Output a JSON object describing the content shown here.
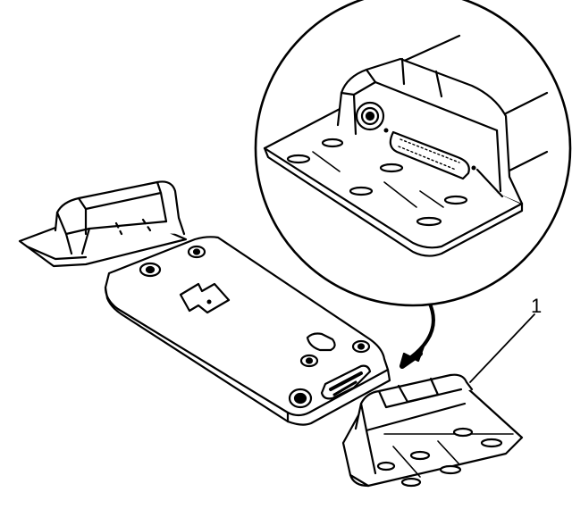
{
  "figure": {
    "callouts": [
      {
        "id": "1",
        "label": "1"
      }
    ],
    "colors": {
      "line": "#000000",
      "background": "#ffffff"
    },
    "parts": [
      "left-mounting-bracket",
      "electronic-module",
      "right-mounting-bracket",
      "detail-magnified-view",
      "install-direction-arrow"
    ]
  }
}
